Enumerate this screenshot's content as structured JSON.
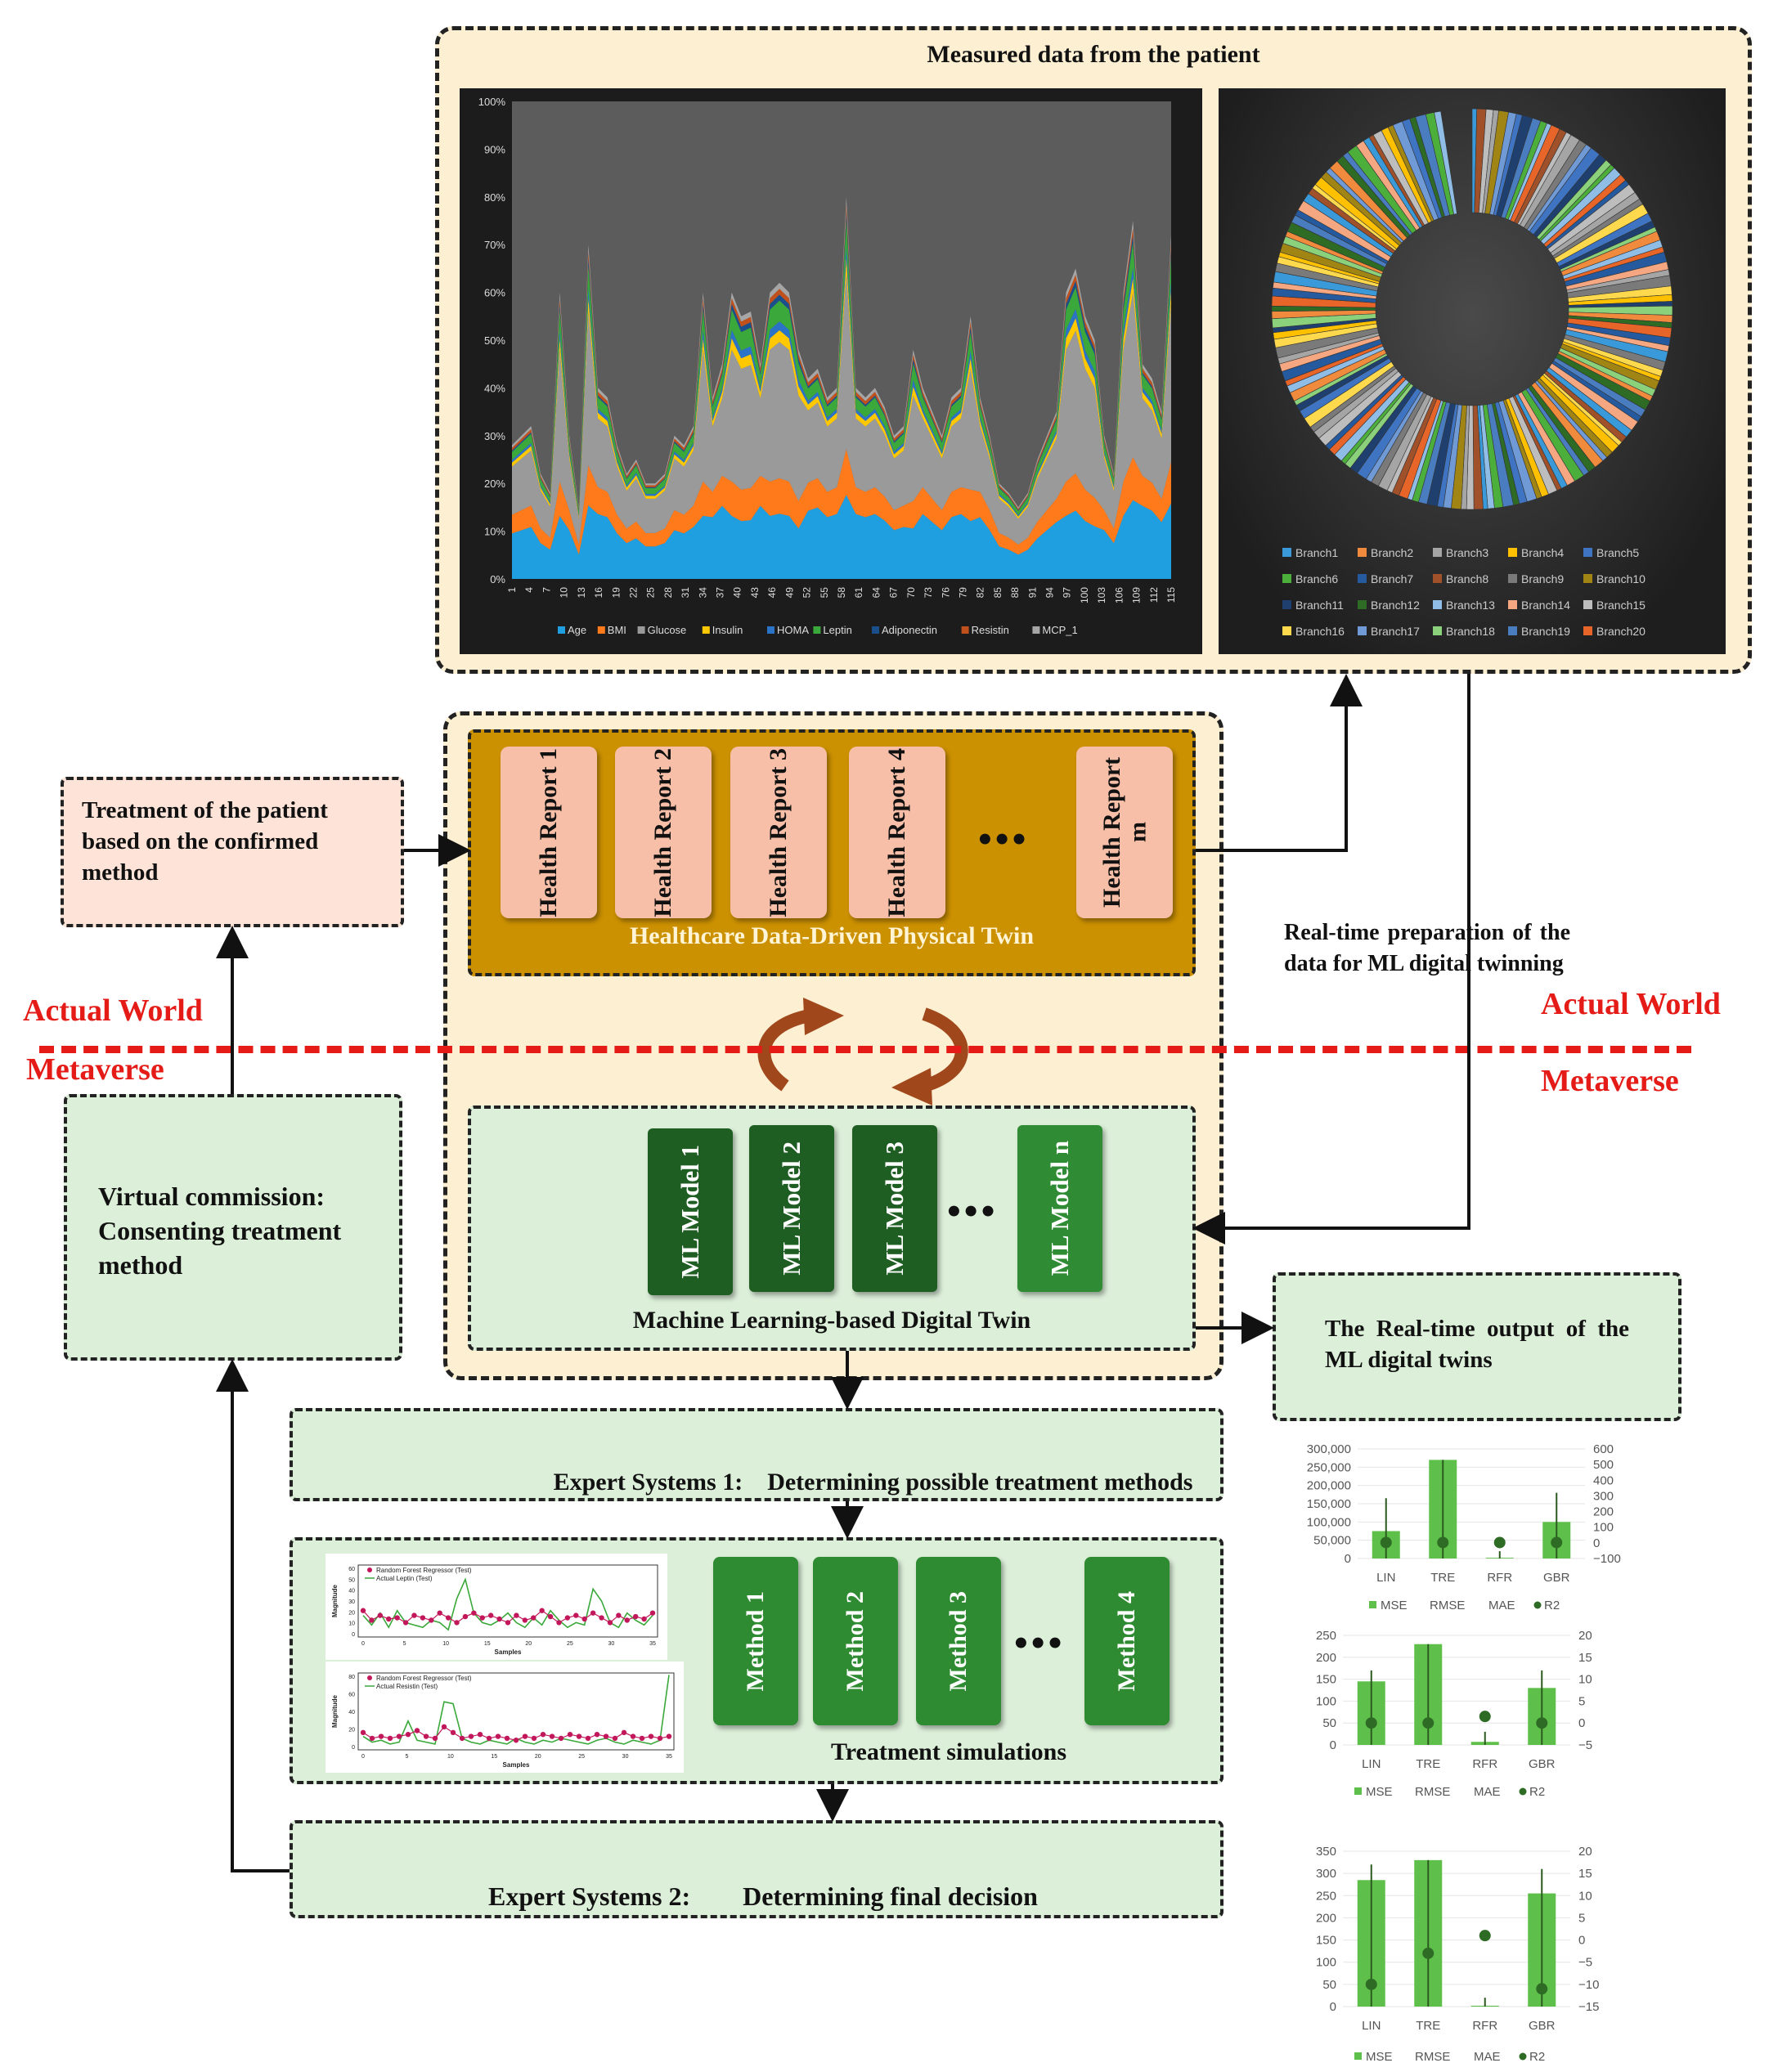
{
  "top_panel": {
    "title": "Measured data from the patient"
  },
  "area_chart": {
    "chart_data": {
      "type": "area",
      "stacking": "percent",
      "y_ticks": [
        "0%",
        "10%",
        "20%",
        "30%",
        "40%",
        "50%",
        "60%",
        "70%",
        "80%",
        "90%",
        "100%"
      ],
      "x_ticks": [
        "1",
        "4",
        "7",
        "10",
        "13",
        "16",
        "19",
        "22",
        "25",
        "28",
        "31",
        "34",
        "37",
        "40",
        "43",
        "46",
        "49",
        "52",
        "55",
        "58",
        "61",
        "64",
        "67",
        "70",
        "73",
        "76",
        "79",
        "82",
        "85",
        "88",
        "91",
        "94",
        "97",
        "100",
        "103",
        "106",
        "109",
        "112",
        "115"
      ],
      "series": [
        {
          "name": "Age",
          "color": "#1f9fe0"
        },
        {
          "name": "BMI",
          "color": "#ff7a1a"
        },
        {
          "name": "Glucose",
          "color": "#9a9a9a"
        },
        {
          "name": "Insulin",
          "color": "#ffc800"
        },
        {
          "name": "HOMA",
          "color": "#2b73c6"
        },
        {
          "name": "Leptin",
          "color": "#3aa83a"
        },
        {
          "name": "Adiponectin",
          "color": "#1b4f8c"
        },
        {
          "name": "Resistin",
          "color": "#c0501c"
        },
        {
          "name": "MCP_1",
          "color": "#a6a6a6"
        }
      ],
      "total_top": [
        28,
        30,
        32,
        22,
        18,
        60,
        30,
        15,
        70,
        40,
        38,
        28,
        22,
        25,
        20,
        20,
        22,
        30,
        28,
        32,
        60,
        38,
        45,
        60,
        55,
        56,
        45,
        60,
        62,
        60,
        48,
        42,
        44,
        38,
        40,
        80,
        40,
        38,
        40,
        36,
        30,
        32,
        48,
        40,
        35,
        30,
        38,
        40,
        55,
        38,
        30,
        20,
        18,
        15,
        18,
        25,
        30,
        35,
        60,
        65,
        55,
        50,
        30,
        22,
        60,
        75,
        45,
        42,
        35,
        72
      ]
    }
  },
  "donut_chart": {
    "chart_data": {
      "type": "pie",
      "hole": true,
      "legend": [
        "Branch1",
        "Branch2",
        "Branch3",
        "Branch4",
        "Branch5",
        "Branch6",
        "Branch7",
        "Branch8",
        "Branch9",
        "Branch10",
        "Branch11",
        "Branch12",
        "Branch13",
        "Branch14",
        "Branch15",
        "Branch16",
        "Branch17",
        "Branch18",
        "Branch19",
        "Branch20"
      ],
      "colors": [
        "#3a9ad9",
        "#f08a3c",
        "#a5a5a5",
        "#ffc000",
        "#3f74c2",
        "#4caf3c",
        "#265a9e",
        "#a0512a",
        "#7a7a7a",
        "#a08514",
        "#1f3f6e",
        "#2e6b25",
        "#8fbde6",
        "#f5a782",
        "#bdbdbd",
        "#ffd94d",
        "#6f9ad6",
        "#8bd07a",
        "#4a7cc0",
        "#e8652a"
      ]
    }
  },
  "physical_twin": {
    "reports": [
      "Health Report 1",
      "Health Report 2",
      "Health Report 3",
      "Health Report 4",
      "Health Report m"
    ],
    "ellipsis": "•••",
    "label": "Healthcare Data-Driven Physical Twin"
  },
  "treatment_box": {
    "text": "Treatment of the patient based on the confirmed method"
  },
  "realtime_prep": {
    "text": "Real-time preparation of the data for ML digital twinning"
  },
  "worlds": {
    "actual_left": "Actual World",
    "metaverse_left": "Metaverse",
    "actual_right": "Actual World",
    "metaverse_right": "Metaverse"
  },
  "digital_twin": {
    "models": [
      "ML Model 1",
      "ML Model 2",
      "ML Model 3",
      "ML Model n"
    ],
    "ellipsis": "•••",
    "label": "Machine Learning-based Digital Twin"
  },
  "commission": {
    "text": "Virtual commission: Consenting treatment method"
  },
  "output_box": {
    "text": "The Real-time output of the ML digital twins"
  },
  "expert1": {
    "text": "Expert Systems 1:    Determining possible treatment methods"
  },
  "simulations": {
    "methods": [
      "Method 1",
      "Method 2",
      "Method 3",
      "Method 4"
    ],
    "ellipsis": "•••",
    "label": "Treatment simulations",
    "mini_plots": [
      {
        "legend_a": "Random Forest Regressor (Test)",
        "legend_b": "Actual Leptin (Test)",
        "ylabel": "Magnitude",
        "xlabel": "Samples",
        "x_ticks": [
          "0",
          "5",
          "10",
          "15",
          "20",
          "25",
          "30",
          "35"
        ],
        "y_ticks": [
          "60",
          "50",
          "40",
          "30",
          "20",
          "10",
          "0"
        ]
      },
      {
        "legend_a": "Random Forest Regressor (Test)",
        "legend_b": "Actual Resistin (Test)",
        "ylabel": "Magnitude",
        "xlabel": "Samples",
        "x_ticks": [
          "0",
          "5",
          "10",
          "15",
          "20",
          "25",
          "30",
          "35"
        ],
        "y_ticks": [
          "80",
          "60",
          "40",
          "20",
          "0"
        ]
      }
    ]
  },
  "expert2": {
    "text": "Expert Systems 2:        Determining final decision"
  },
  "metric_charts": [
    {
      "chart_data": {
        "type": "bar",
        "categories": [
          "LIN",
          "TRE",
          "RFR",
          "GBR"
        ],
        "y_left": [
          "300,000",
          "250,000",
          "200,000",
          "150,000",
          "100,000",
          "50,000",
          "0"
        ],
        "y_right": [
          "600",
          "500",
          "400",
          "300",
          "200",
          "100",
          "0",
          "−100"
        ],
        "left_max": 300000,
        "right_min": -100,
        "right_max": 600,
        "mse": [
          75000,
          270000,
          2000,
          100000
        ],
        "r2": [
          2,
          2,
          2,
          2
        ],
        "err_top": [
          165000,
          270000,
          20000,
          180000
        ],
        "err_bot": [
          0,
          0,
          0,
          0
        ],
        "legend": [
          "MSE",
          "RMSE",
          "MAE",
          "R2"
        ]
      }
    },
    {
      "chart_data": {
        "type": "bar",
        "categories": [
          "LIN",
          "TRE",
          "RFR",
          "GBR"
        ],
        "y_left": [
          "250",
          "200",
          "150",
          "100",
          "50",
          "0"
        ],
        "y_right": [
          "20",
          "15",
          "10",
          "5",
          "0",
          "−5"
        ],
        "left_max": 250,
        "right_min": -5,
        "right_max": 20,
        "mse": [
          145,
          230,
          7,
          130
        ],
        "r2": [
          0,
          0,
          1.5,
          0
        ],
        "err_top": [
          170,
          230,
          30,
          170
        ],
        "err_bot": [
          0,
          0,
          0,
          0
        ],
        "legend": [
          "MSE",
          "RMSE",
          "MAE",
          "R2"
        ]
      }
    },
    {
      "chart_data": {
        "type": "bar",
        "categories": [
          "LIN",
          "TRE",
          "RFR",
          "GBR"
        ],
        "y_left": [
          "350",
          "300",
          "250",
          "200",
          "150",
          "100",
          "50",
          "0"
        ],
        "y_right": [
          "20",
          "15",
          "10",
          "5",
          "0",
          "−5",
          "−10",
          "−15"
        ],
        "left_max": 350,
        "right_min": -15,
        "right_max": 20,
        "mse": [
          285,
          330,
          2,
          255
        ],
        "r2": [
          -10,
          -3,
          1,
          -11
        ],
        "err_top": [
          320,
          330,
          20,
          310
        ],
        "err_bot": [
          0,
          0,
          0,
          0
        ],
        "legend": [
          "MSE",
          "RMSE",
          "MAE",
          "R2"
        ]
      }
    }
  ]
}
